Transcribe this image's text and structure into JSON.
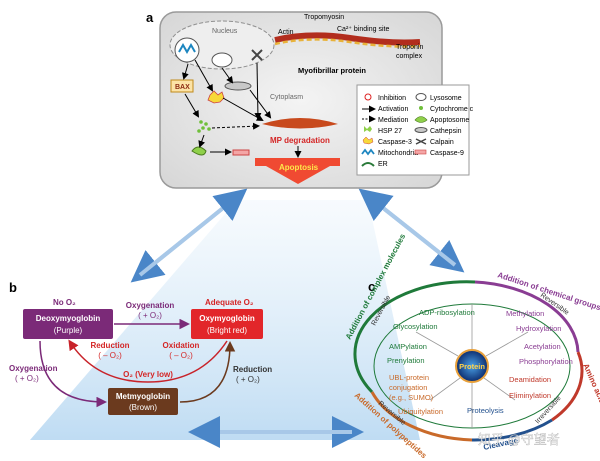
{
  "panel_a": {
    "label": "a",
    "nucleus": "Nucleus",
    "cytoplasm": "Cytoplasm",
    "actin": "Actin",
    "tropomyosin": "Tropomyosin",
    "ca_binding": "Ca²⁺ binding site",
    "troponin_1": "Troponin",
    "troponin_2": "complex",
    "myofibrillar": "Myofibrillar protein",
    "bax": "BAX",
    "mp_degradation": "MP degradation",
    "apoptosis": "Apoptosis",
    "legend_left": [
      "Inhibition",
      "Activation",
      "Mediation",
      "HSP 27",
      "Caspase-3",
      "Mitochondria",
      "ER"
    ],
    "legend_right": [
      "Lysosome",
      "Cytochrome c",
      "Apoptosome",
      "Cathepsin",
      "Calpain",
      "Caspase-9"
    ]
  },
  "panel_b": {
    "label": "b",
    "no_o2": "No O₂",
    "adequate_o2": "Adequate O₂",
    "deoxy_name": "Deoxymyoglobin",
    "deoxy_color": "(Purple)",
    "oxy_name": "Oxymyoglobin",
    "oxy_color": "(Bright red)",
    "met_name": "Metmyoglobin",
    "met_color": "(Brown)",
    "oxygenation_top": "Oxygenation",
    "oxygenation_top_sub": "( + O₂)",
    "reduction_mid": "Reduction",
    "reduction_mid_sub": "( – O₂)",
    "oxidation_mid": "Oxidation",
    "oxidation_mid_sub": "( – O₂)",
    "o2_very_low": "O₂ (Very low)",
    "oxygenation_left": "Oxygenation",
    "oxygenation_left_sub": "( + O₂)",
    "reduction_right": "Reduction",
    "reduction_right_sub": "( + O₂)"
  },
  "panel_c": {
    "label": "c",
    "outer_top_left": "Addition of complex molecules",
    "outer_top_right": "Addition of chemical groups",
    "outer_right": "Amino acid modifications",
    "outer_bottom_left": "Addition of polypeptides",
    "outer_bottom": "Cleavage",
    "reversible_left": "Reversible",
    "reversible_right": "Reversible",
    "reversible_bottom": "Reversible",
    "irreversible": "Irreversible",
    "protein": "Protein",
    "adp": "ADP-ribosylation",
    "glycosylation": "Glycosylation",
    "ampylation": "AMPylation",
    "prenylation": "Prenylation",
    "ubl_1": "UBL-protein",
    "ubl_2": "conjugation",
    "ubl_3": "(e.g., SUMO)",
    "ubiquitylation": "Ubiquitylation",
    "proteolysis": "Proteolysis",
    "methylation": "Methylation",
    "hydroxylation": "Hydroxylation",
    "acetylation": "Acetylation",
    "phosphorylation": "Phosphorylation",
    "deamidation": "Deamidation",
    "eliminylation": "Eliminylation"
  },
  "watermark": "知乎 @守望者",
  "colors": {
    "deoxy": "#7b2a78",
    "oxy": "#e2262a",
    "met": "#6b3a1e",
    "label_purple": "#7b2a78",
    "label_red": "#d42525",
    "green": "#1f7a3a",
    "purple": "#8a3d93",
    "orange": "#c96a2a",
    "blue": "#23518e",
    "connector": "#a8c8e8"
  }
}
